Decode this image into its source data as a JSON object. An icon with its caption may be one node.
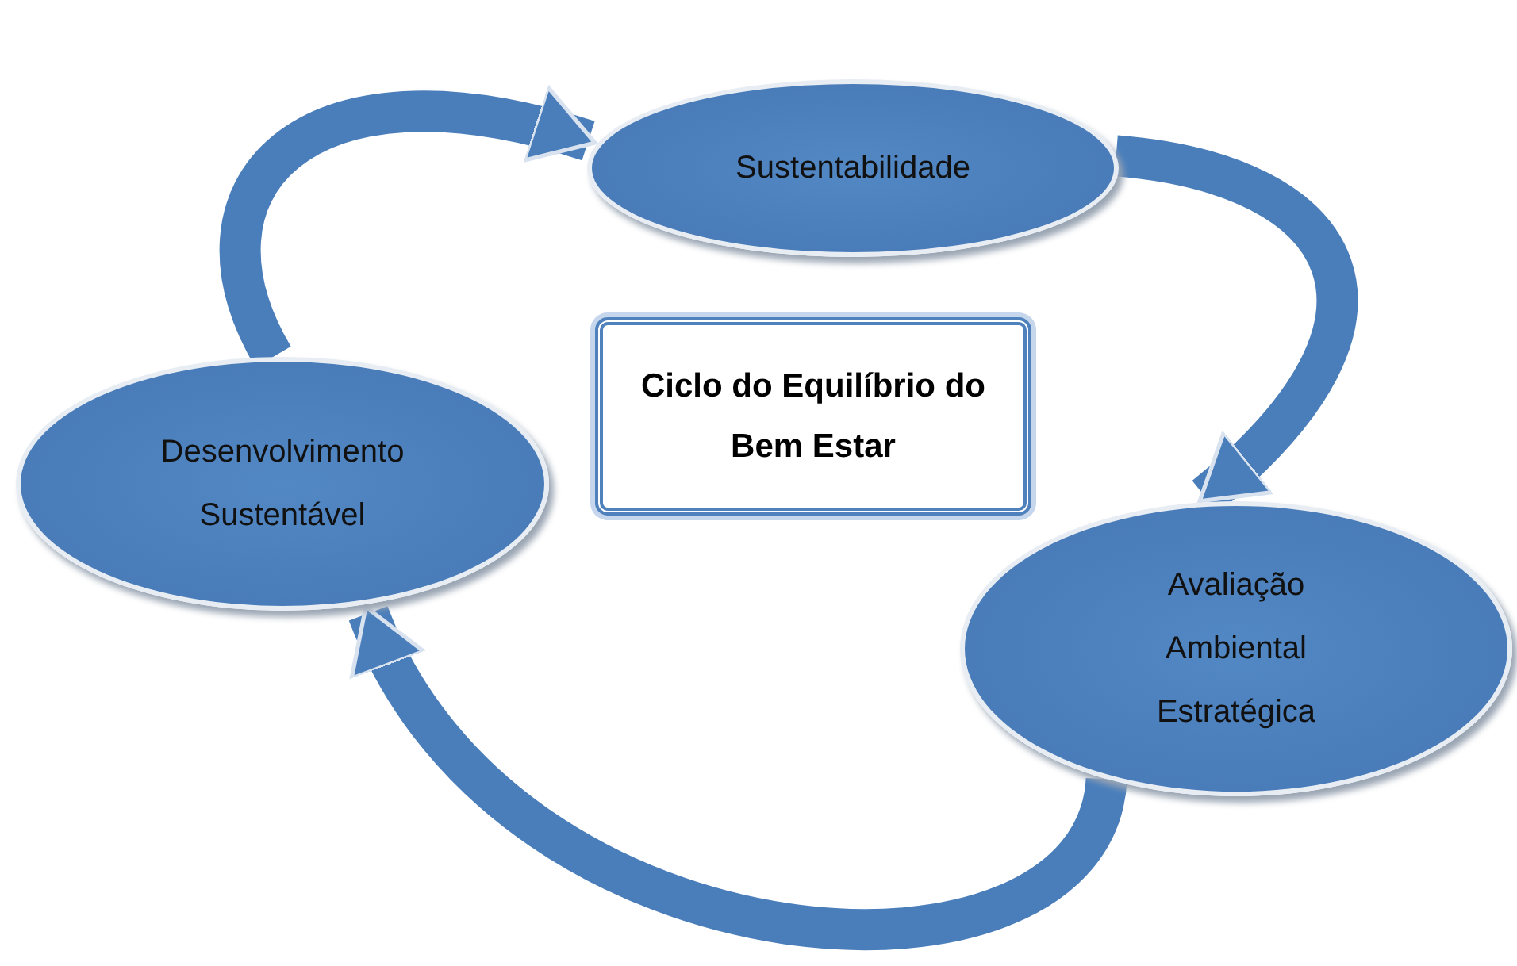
{
  "diagram": {
    "nodes": [
      {
        "text": [
          "Sustentabilidade"
        ]
      },
      {
        "text": [
          "Avaliação Ambiental Estratégica"
        ]
      },
      {
        "text": [
          "Desenvolvimento Sustentável"
        ]
      },
      {
        "text": [
          "Ciclo do Equilíbrio do Bem Estar"
        ]
      }
    ],
    "edges": [
      {
        "from": 2,
        "to": 0,
        "arrow": "to"
      },
      {
        "from": 0,
        "to": 1,
        "arrow": "to"
      },
      {
        "from": 1,
        "to": 2,
        "arrow": "to"
      }
    ]
  }
}
